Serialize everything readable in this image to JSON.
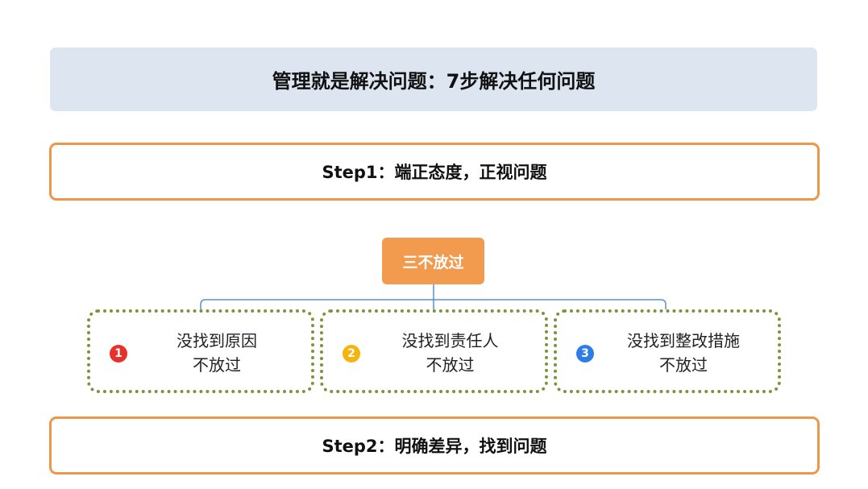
{
  "title": "管理就是解决问题：7步解决任何问题",
  "step1": "Step1：端正态度，正视问题",
  "central": "三不放过",
  "branches": [
    {
      "number": "1",
      "color": "#e8312a",
      "line1": "没找到原因",
      "line2": "不放过"
    },
    {
      "number": "2",
      "color": "#f6b40e",
      "line1": "没找到责任人",
      "line2": "不放过"
    },
    {
      "number": "3",
      "color": "#2d7ce8",
      "line1": "没找到整改措施",
      "line2": "不放过"
    }
  ],
  "step2": "Step2：明确差异，找到问题",
  "colors": {
    "title_bg": "#dde5f0",
    "step_border": "#f0964a",
    "central_bg": "#f29b4e",
    "branch_border": "#7a943a",
    "connector": "#5b8fd6"
  }
}
